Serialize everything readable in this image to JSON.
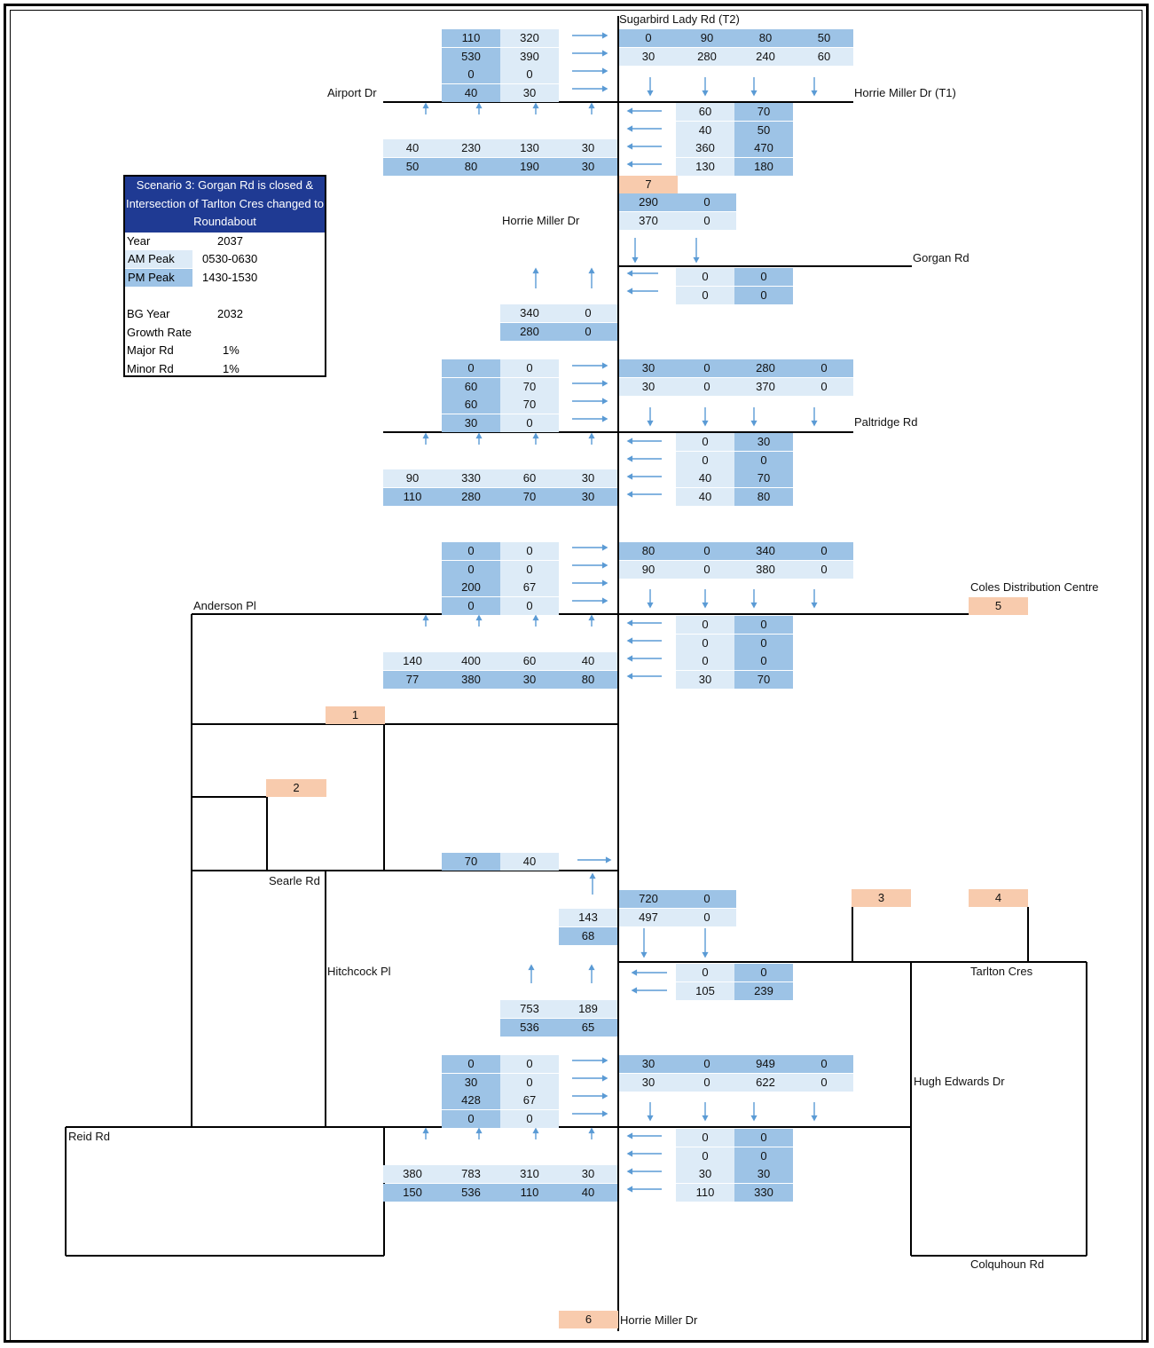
{
  "roads": {
    "sugarbird_lady_rd": "Sugarbird Lady Rd (T2)",
    "airport_dr": "Airport Dr",
    "horrie_miller_dr_t1": "Horrie Miller Dr (T1)",
    "horrie_miller_dr": "Horrie Miller Dr",
    "gorgan_rd": "Gorgan Rd",
    "paltridge_rd": "Paltridge Rd",
    "coles_distribution_centre": "Coles Distribution Centre",
    "anderson_pl": "Anderson Pl",
    "searle_rd": "Searle Rd",
    "hitchcock_pl": "Hitchcock Pl",
    "tarlton_cres": "Tarlton Cres",
    "hugh_edwards_dr": "Hugh Edwards Dr",
    "reid_rd": "Reid Rd",
    "colquhoun_rd": "Colquhoun Rd",
    "horrie_miller_dr_south": "Horrie Miller Dr"
  },
  "legend": {
    "title": "Scenario 3: Gorgan Rd is closed & Intersection of Tarlton Cres changed to Roundabout",
    "year_label": "Year",
    "year_value": "2037",
    "am_label": "AM Peak",
    "am_value": "0530-0630",
    "pm_label": "PM Peak",
    "pm_value": "1430-1530",
    "bg_year_label": "BG Year",
    "bg_year_value": "2032",
    "growth_rate_label": "Growth Rate",
    "major_rd_label": "Major Rd",
    "major_rd_value": "1%",
    "minor_rd_label": "Minor Rd",
    "minor_rd_value": "1%",
    "colors": {
      "am": "#ddebf7",
      "pm": "#9dc3e6",
      "title_bg": "#1f3a93",
      "zone": "#f8cbad"
    }
  },
  "zones": [
    "1",
    "2",
    "3",
    "4",
    "5",
    "6",
    "7"
  ],
  "cells": [
    [
      "pm",
      "110"
    ],
    [
      "am",
      "320"
    ],
    [
      "pm",
      "530"
    ],
    [
      "am",
      "390"
    ],
    [
      "pm",
      "0"
    ],
    [
      "am",
      "0"
    ],
    [
      "pm",
      "40"
    ],
    [
      "am",
      "30"
    ],
    [
      "pm",
      "0"
    ],
    [
      "pm",
      "90"
    ],
    [
      "pm",
      "80"
    ],
    [
      "pm",
      "50"
    ],
    [
      "am",
      "30"
    ],
    [
      "am",
      "280"
    ],
    [
      "am",
      "240"
    ],
    [
      "am",
      "60"
    ],
    [
      "am",
      "60"
    ],
    [
      "pm",
      "70"
    ],
    [
      "am",
      "40"
    ],
    [
      "pm",
      "50"
    ],
    [
      "am",
      "360"
    ],
    [
      "pm",
      "470"
    ],
    [
      "am",
      "130"
    ],
    [
      "pm",
      "180"
    ],
    [
      "am",
      "40"
    ],
    [
      "am",
      "230"
    ],
    [
      "am",
      "130"
    ],
    [
      "am",
      "30"
    ],
    [
      "pm",
      "50"
    ],
    [
      "pm",
      "80"
    ],
    [
      "pm",
      "190"
    ],
    [
      "pm",
      "30"
    ],
    [
      "pm",
      "290"
    ],
    [
      "pm",
      "0"
    ],
    [
      "am",
      "370"
    ],
    [
      "am",
      "0"
    ],
    [
      "am",
      "0"
    ],
    [
      "pm",
      "0"
    ],
    [
      "am",
      "0"
    ],
    [
      "pm",
      "0"
    ],
    [
      "am",
      "340"
    ],
    [
      "am",
      "0"
    ],
    [
      "pm",
      "280"
    ],
    [
      "pm",
      "0"
    ],
    [
      "pm",
      "0"
    ],
    [
      "am",
      "0"
    ],
    [
      "pm",
      "60"
    ],
    [
      "am",
      "70"
    ],
    [
      "pm",
      "60"
    ],
    [
      "am",
      "70"
    ],
    [
      "pm",
      "30"
    ],
    [
      "am",
      "0"
    ],
    [
      "pm",
      "30"
    ],
    [
      "pm",
      "0"
    ],
    [
      "pm",
      "280"
    ],
    [
      "pm",
      "0"
    ],
    [
      "am",
      "30"
    ],
    [
      "am",
      "0"
    ],
    [
      "am",
      "370"
    ],
    [
      "am",
      "0"
    ],
    [
      "am",
      "0"
    ],
    [
      "pm",
      "30"
    ],
    [
      "am",
      "0"
    ],
    [
      "pm",
      "0"
    ],
    [
      "am",
      "40"
    ],
    [
      "pm",
      "70"
    ],
    [
      "am",
      "40"
    ],
    [
      "pm",
      "80"
    ],
    [
      "am",
      "90"
    ],
    [
      "am",
      "330"
    ],
    [
      "am",
      "60"
    ],
    [
      "am",
      "30"
    ],
    [
      "pm",
      "110"
    ],
    [
      "pm",
      "280"
    ],
    [
      "pm",
      "70"
    ],
    [
      "pm",
      "30"
    ],
    [
      "pm",
      "0"
    ],
    [
      "am",
      "0"
    ],
    [
      "pm",
      "0"
    ],
    [
      "am",
      "0"
    ],
    [
      "pm",
      "200"
    ],
    [
      "am",
      "67"
    ],
    [
      "pm",
      "0"
    ],
    [
      "am",
      "0"
    ],
    [
      "pm",
      "80"
    ],
    [
      "pm",
      "0"
    ],
    [
      "pm",
      "340"
    ],
    [
      "pm",
      "0"
    ],
    [
      "am",
      "90"
    ],
    [
      "am",
      "0"
    ],
    [
      "am",
      "380"
    ],
    [
      "am",
      "0"
    ],
    [
      "am",
      "0"
    ],
    [
      "pm",
      "0"
    ],
    [
      "am",
      "0"
    ],
    [
      "pm",
      "0"
    ],
    [
      "am",
      "0"
    ],
    [
      "pm",
      "0"
    ],
    [
      "am",
      "30"
    ],
    [
      "pm",
      "70"
    ],
    [
      "am",
      "140"
    ],
    [
      "am",
      "400"
    ],
    [
      "am",
      "60"
    ],
    [
      "am",
      "40"
    ],
    [
      "pm",
      "77"
    ],
    [
      "pm",
      "380"
    ],
    [
      "pm",
      "30"
    ],
    [
      "pm",
      "80"
    ],
    [
      "pm",
      "70"
    ],
    [
      "am",
      "40"
    ],
    [
      "pm",
      "720"
    ],
    [
      "pm",
      "0"
    ],
    [
      "am",
      "497"
    ],
    [
      "am",
      "0"
    ],
    [
      "am",
      "143"
    ],
    [
      "pm",
      "68"
    ],
    [
      "am",
      "0"
    ],
    [
      "pm",
      "0"
    ],
    [
      "am",
      "105"
    ],
    [
      "pm",
      "239"
    ],
    [
      "am",
      "753"
    ],
    [
      "am",
      "189"
    ],
    [
      "pm",
      "536"
    ],
    [
      "pm",
      "65"
    ],
    [
      "pm",
      "0"
    ],
    [
      "am",
      "0"
    ],
    [
      "pm",
      "30"
    ],
    [
      "am",
      "0"
    ],
    [
      "pm",
      "428"
    ],
    [
      "am",
      "67"
    ],
    [
      "pm",
      "0"
    ],
    [
      "am",
      "0"
    ],
    [
      "pm",
      "30"
    ],
    [
      "pm",
      "0"
    ],
    [
      "pm",
      "949"
    ],
    [
      "pm",
      "0"
    ],
    [
      "am",
      "30"
    ],
    [
      "am",
      "0"
    ],
    [
      "am",
      "622"
    ],
    [
      "am",
      "0"
    ],
    [
      "am",
      "0"
    ],
    [
      "pm",
      "0"
    ],
    [
      "am",
      "0"
    ],
    [
      "pm",
      "0"
    ],
    [
      "am",
      "30"
    ],
    [
      "pm",
      "30"
    ],
    [
      "am",
      "110"
    ],
    [
      "pm",
      "330"
    ],
    [
      "am",
      "380"
    ],
    [
      "am",
      "783"
    ],
    [
      "am",
      "310"
    ],
    [
      "am",
      "30"
    ],
    [
      "pm",
      "150"
    ],
    [
      "pm",
      "536"
    ],
    [
      "pm",
      "110"
    ],
    [
      "pm",
      "40"
    ]
  ]
}
